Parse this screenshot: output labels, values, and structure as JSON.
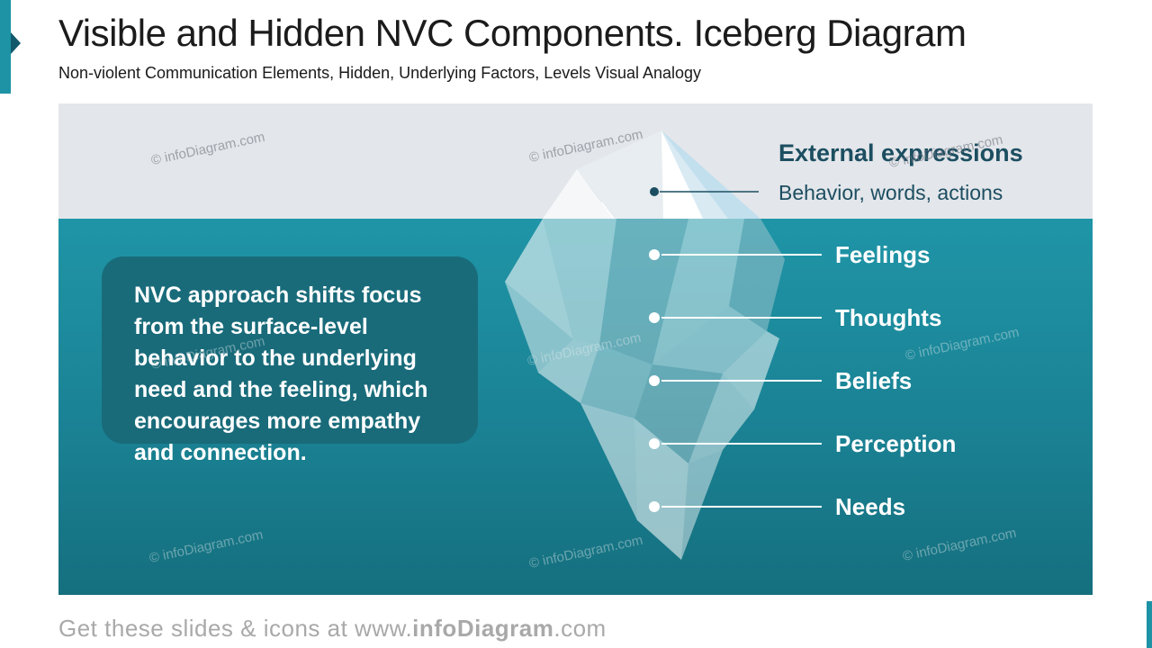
{
  "slide": {
    "title": "Visible and Hidden NVC Components. Iceberg Diagram",
    "subtitle": "Non-violent Communication Elements, Hidden, Underlying Factors, Levels Visual Analogy"
  },
  "diagram": {
    "external": {
      "title": "External expressions",
      "description": "Behavior, words, actions"
    },
    "hidden_labels": [
      "Feelings",
      "Thoughts",
      "Beliefs",
      "Perception",
      "Needs"
    ],
    "note": "NVC approach shifts focus from the surface-level behavior to the underlying need and the feeling, which encourages more empathy and connection."
  },
  "watermark": "© infoDiagram.com",
  "footer": {
    "prefix": "Get these slides & icons at www.",
    "brand": "infoDiagram",
    "suffix": ".com"
  },
  "colors": {
    "accent_teal": "#1d93a5",
    "water_top": "#1f95a7",
    "water_bottom": "#156f7e",
    "sky_gray": "#e3e6ea",
    "note_box_teal": "#196b7a",
    "dark_label_teal": "#1c4e61",
    "footer_gray": "#a9a9a9"
  }
}
